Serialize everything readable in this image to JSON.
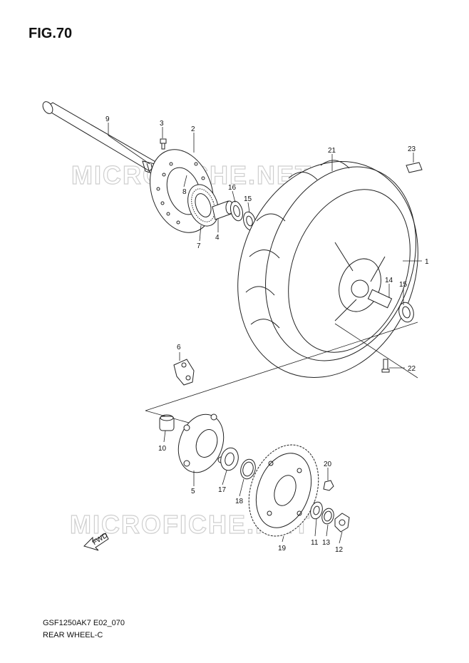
{
  "figure": {
    "title": "FIG.70",
    "code": "GSF1250AK7 E02_070",
    "name": "REAR WHEEL-C",
    "watermark": "MICROFICHE.NET",
    "fwd_label": "FWD"
  },
  "callouts": [
    {
      "id": "c9",
      "label": "9"
    },
    {
      "id": "c3",
      "label": "3"
    },
    {
      "id": "c2",
      "label": "2"
    },
    {
      "id": "c8",
      "label": "8"
    },
    {
      "id": "c16",
      "label": "16"
    },
    {
      "id": "c15a",
      "label": "15"
    },
    {
      "id": "c4",
      "label": "4"
    },
    {
      "id": "c7",
      "label": "7"
    },
    {
      "id": "c21",
      "label": "21"
    },
    {
      "id": "c23",
      "label": "23"
    },
    {
      "id": "c1",
      "label": "1"
    },
    {
      "id": "c14",
      "label": "14"
    },
    {
      "id": "c15b",
      "label": "15"
    },
    {
      "id": "c6",
      "label": "6"
    },
    {
      "id": "c22",
      "label": "22"
    },
    {
      "id": "c10",
      "label": "10"
    },
    {
      "id": "c5",
      "label": "5"
    },
    {
      "id": "c17",
      "label": "17"
    },
    {
      "id": "c18",
      "label": "18"
    },
    {
      "id": "c20",
      "label": "20"
    },
    {
      "id": "c19",
      "label": "19"
    },
    {
      "id": "c11",
      "label": "11"
    },
    {
      "id": "c13",
      "label": "13"
    },
    {
      "id": "c12",
      "label": "12"
    }
  ]
}
